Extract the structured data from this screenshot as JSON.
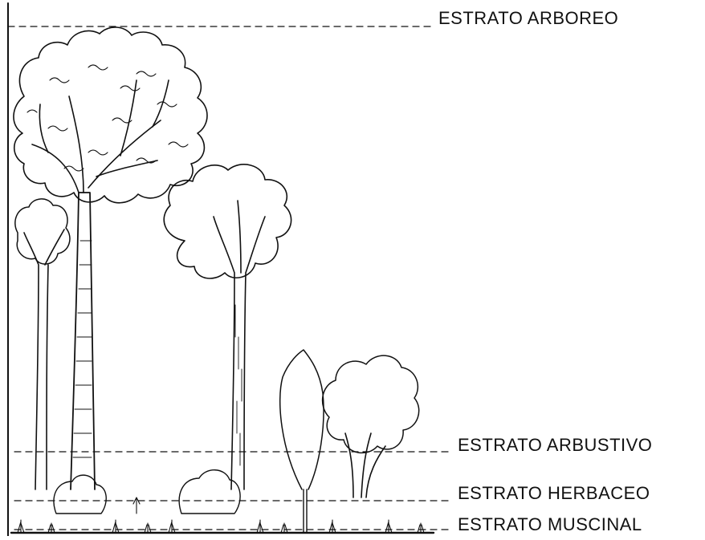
{
  "labels": {
    "arboreo": "ESTRATO ARBOREO",
    "arbustivo": "ESTRATO ARBUSTIVO",
    "herbaceo": "ESTRATO HERBACEO",
    "muscinal": "ESTRATO MUSCINAL"
  },
  "colors": {
    "ink": "#111111",
    "paper": "#ffffff"
  },
  "icons": [
    "tree-icon",
    "shrub-icon",
    "grass-icon"
  ]
}
